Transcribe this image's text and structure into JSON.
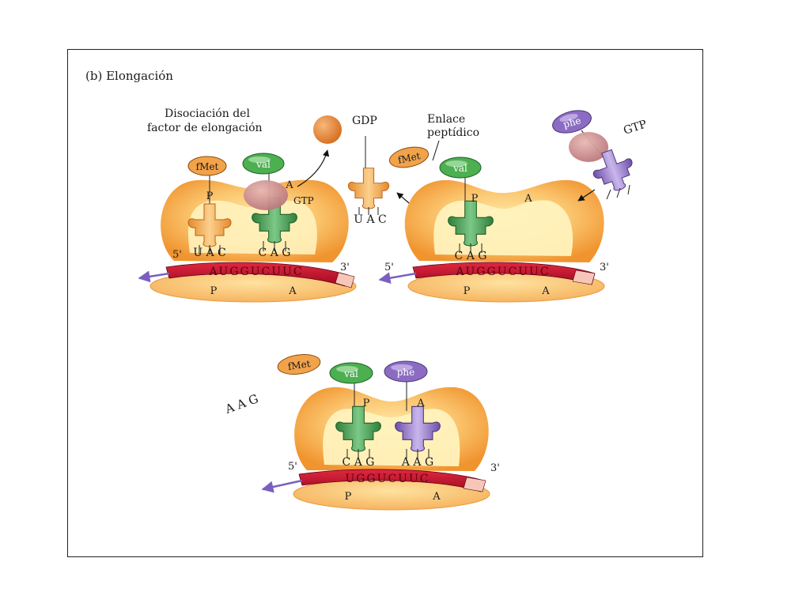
{
  "figure": {
    "title": "(b)  Elongación",
    "colors": {
      "ribosome_outer": "#f6a64a",
      "ribosome_inner": "#fff3b8",
      "mrna": "#c8102e",
      "trna_orange": "#f2a34a",
      "trna_green": "#3f9a48",
      "trna_purple": "#8c6cc2",
      "ef_pink": "#c98a8a",
      "gdp_ball": "#e3832f"
    }
  },
  "panel_left": {
    "label_dissociation_1": "Disociación del",
    "label_dissociation_2": "factor de elongación",
    "fmet": "fMet",
    "val": "val",
    "gtp": "GTP",
    "site_p_top": "P",
    "site_a_top": "A",
    "anticodon_1": "U A C",
    "anticodon_2": "C A G",
    "mrna_codons": "AUGGUCUUC",
    "five_prime": "5'",
    "three_prime": "3'",
    "site_p_bottom": "P",
    "site_a_bottom": "A"
  },
  "released": {
    "gdp": "GDP",
    "anticodon": "U A C"
  },
  "panel_right": {
    "label_bond_1": "Enlace",
    "label_bond_2": "peptídico",
    "fmet": "fMet",
    "val": "val",
    "phe": "phe",
    "gtp": "GTP",
    "site_p_top": "P",
    "site_a_top": "A",
    "anticodon": "C A G",
    "mrna_codons": "AUGGUCUUC",
    "five_prime": "5'",
    "three_prime": "3'",
    "site_p_bottom": "P",
    "site_a_bottom": "A"
  },
  "panel_bottom": {
    "free_anticodon": "A A G",
    "fmet": "fMet",
    "val": "val",
    "phe": "phe",
    "site_p_top": "P",
    "site_a_top": "A",
    "anticodon_1": "C A G",
    "anticodon_2": "A A G",
    "mrna_codons": "UGGUCUUC",
    "five_prime": "5'",
    "three_prime": "3'",
    "site_p_bottom": "P",
    "site_a_bottom": "A"
  }
}
